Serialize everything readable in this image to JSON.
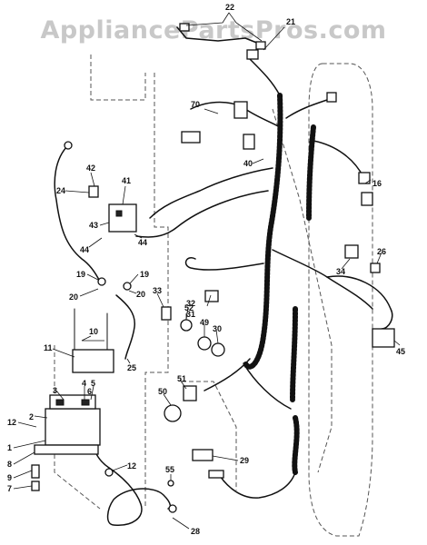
{
  "watermark": "AppliancePartsPros.com",
  "callouts": {
    "c1": "1",
    "c2": "2",
    "c3": "3",
    "c4": "4",
    "c5": "5",
    "c6": "6",
    "c7": "7",
    "c8": "8",
    "c9": "9",
    "c10": "10",
    "c11": "11",
    "c12a": "12",
    "c12b": "12",
    "c16": "16",
    "c19a": "19",
    "c19b": "19",
    "c20a": "20",
    "c20b": "20",
    "c21": "21",
    "c22": "22",
    "c24": "24",
    "c25": "25",
    "c26": "26",
    "c28": "28",
    "c29": "29",
    "c30": "30",
    "c31": "31",
    "c32": "32",
    "c33": "33",
    "c34": "34",
    "c40": "40",
    "c41": "41",
    "c42": "42",
    "c43": "43",
    "c44a": "44",
    "c44b": "44",
    "c45": "45",
    "c49": "49",
    "c50": "50",
    "c51": "51",
    "c52": "52",
    "c55": "55",
    "c70": "70"
  }
}
